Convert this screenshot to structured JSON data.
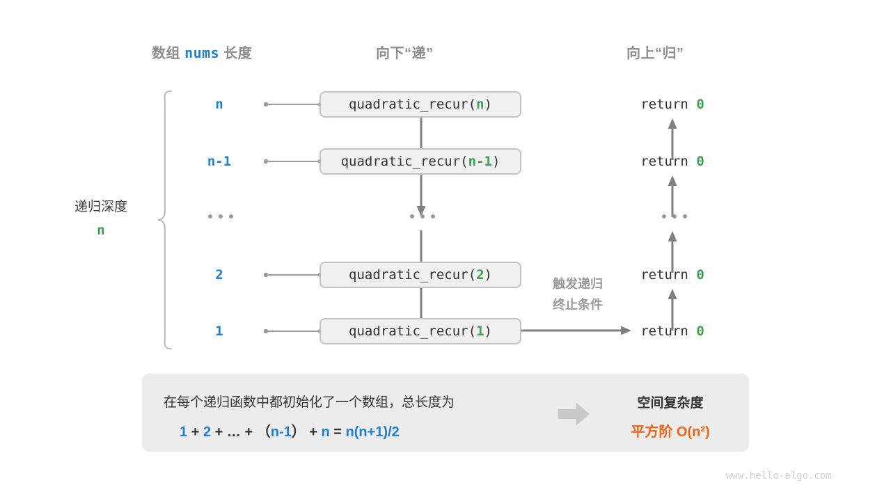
{
  "headers": {
    "left_prefix": "数组",
    "left_code": "nums",
    "left_suffix": "长度",
    "middle": "向下“递”",
    "right": "向上“归”"
  },
  "depth": {
    "label": "递归深度",
    "value": "n"
  },
  "rows": [
    {
      "size": "n",
      "call_prefix": "quadratic_recur(",
      "call_arg": "n",
      "call_suffix": ")",
      "return_text": "return",
      "return_value": "0"
    },
    {
      "size": "n-1",
      "call_prefix": "quadratic_recur(",
      "call_arg": "n-1",
      "call_suffix": ")",
      "return_text": "return",
      "return_value": "0"
    },
    {
      "size": "...",
      "call_prefix": "",
      "call_arg": "",
      "call_suffix": "",
      "return_text": "",
      "return_value": ""
    },
    {
      "size": "2",
      "call_prefix": "quadratic_recur(",
      "call_arg": "2",
      "call_suffix": ")",
      "return_text": "return",
      "return_value": "0"
    },
    {
      "size": "1",
      "call_prefix": "quadratic_recur(",
      "call_arg": "1",
      "call_suffix": ")",
      "return_text": "return",
      "return_value": "0"
    }
  ],
  "note": {
    "line1": "触发递归",
    "line2": "终止条件"
  },
  "summary": {
    "text_line1": "在每个递归函数中都初始化了一个数组，总长度为",
    "formula_a": "1",
    "formula_plus1": "+",
    "formula_b": "2",
    "formula_plus2": "+",
    "formula_ellipsis": "…",
    "formula_plus3": "+",
    "formula_paren_open": "（",
    "formula_c": "n-1",
    "formula_paren_close": "）",
    "formula_plus4": "+",
    "formula_d": "n",
    "formula_eq": "=",
    "formula_result": "n(n+1)/2",
    "complexity_title": "空间复杂度",
    "complexity_value": "平方阶  O(n²)"
  },
  "watermark": "www.hello-algo.com",
  "colors": {
    "blue": "#1f7ed0",
    "green": "#3e9c51",
    "orange": "#ec6519",
    "gray": "#8c8c8c",
    "box_fill": "#f0f0f0",
    "box_border": "#c4c4c4",
    "panel_fill": "#ececec"
  }
}
